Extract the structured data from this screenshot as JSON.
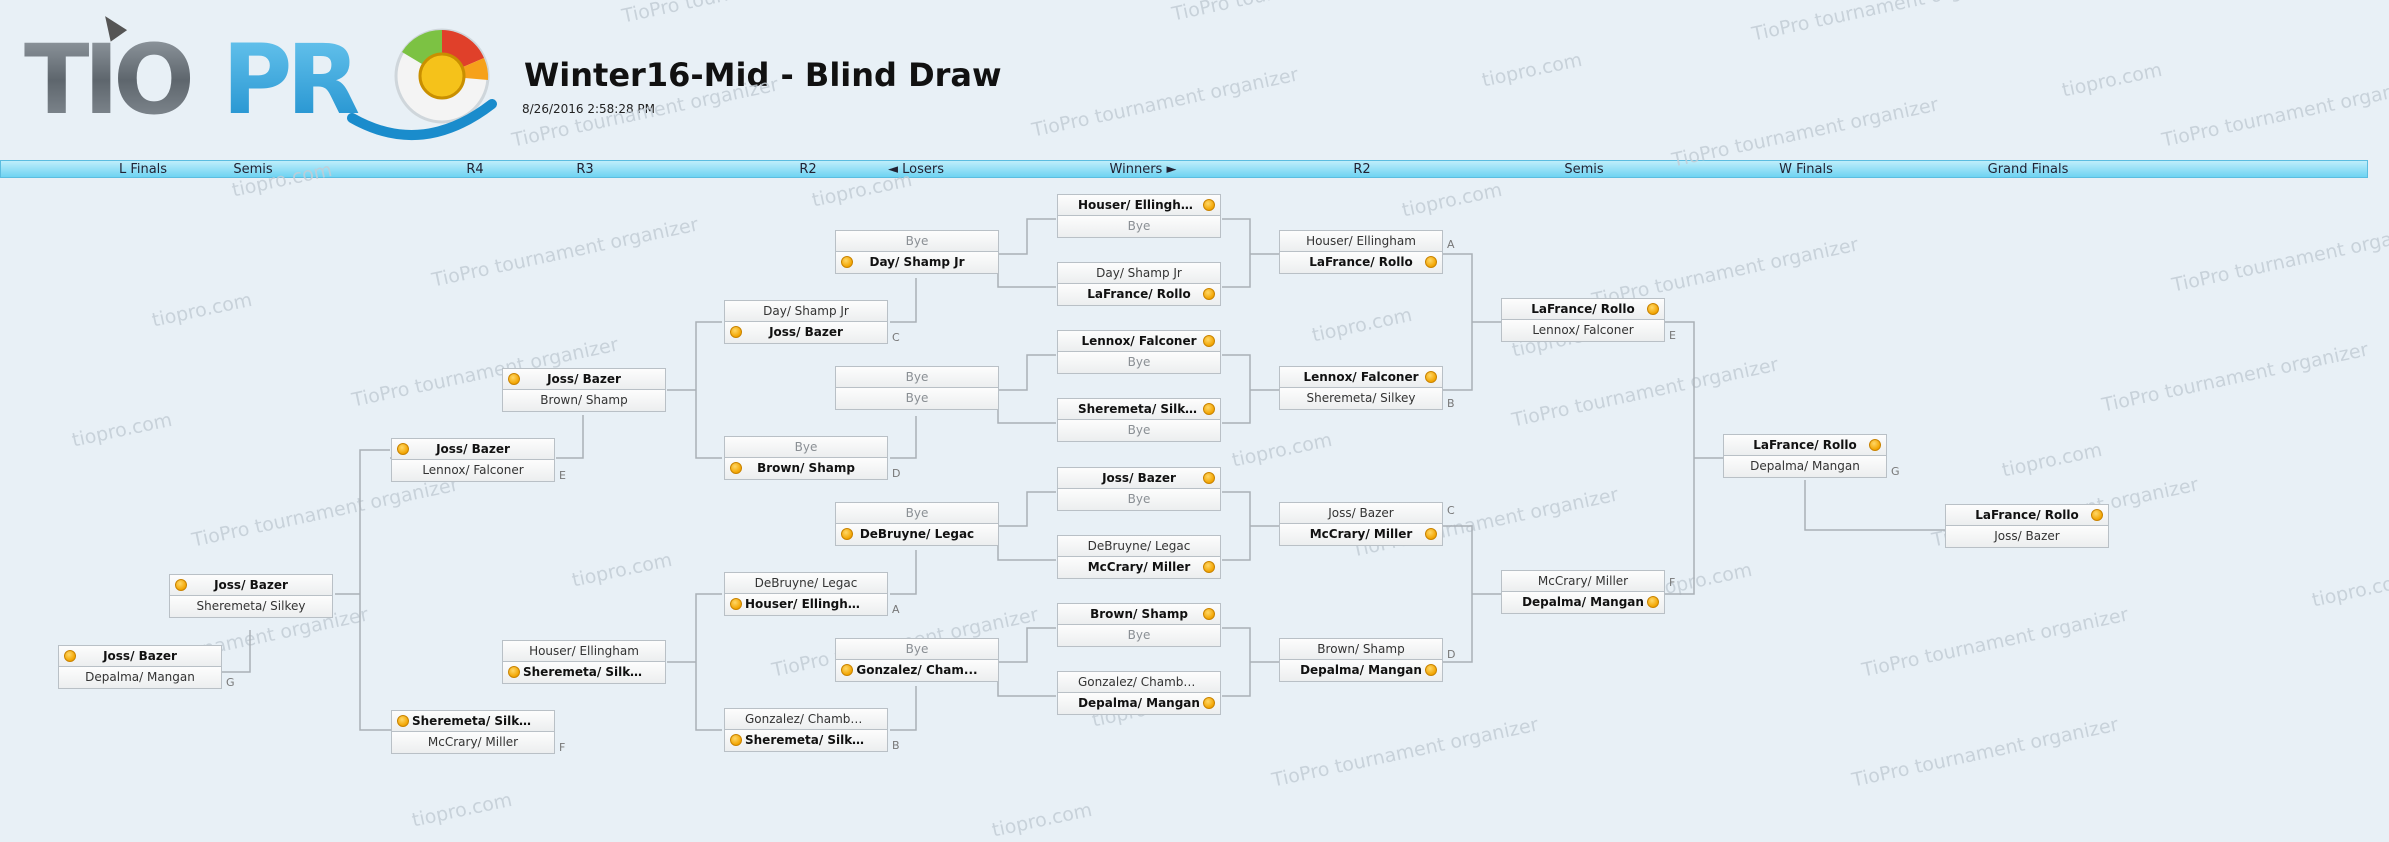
{
  "page": {
    "title": "Winter16-Mid - Blind Draw",
    "datetime": "8/26/2016 2:58:28 PM",
    "logo_text": "TIOPRO"
  },
  "header_bar": [
    {
      "label": "L Finals"
    },
    {
      "label": "Semis"
    },
    {
      "label": "R4"
    },
    {
      "label": "R3"
    },
    {
      "label": "R2"
    },
    {
      "label": "◄ Losers"
    },
    {
      "label": "Winners ►"
    },
    {
      "label": "R2"
    },
    {
      "label": "Semis"
    },
    {
      "label": "W Finals"
    },
    {
      "label": "Grand Finals"
    }
  ],
  "watermarks": {
    "long": "TioPro tournament organizer",
    "short": "tiopro.com"
  },
  "matches": [
    {
      "top": {
        "name": "Houser/ Ellingham",
        "win": true
      },
      "bottom": {
        "name": "Bye",
        "bye": true
      },
      "letter": ""
    },
    {
      "top": {
        "name": "Day/ Shamp Jr"
      },
      "bottom": {
        "name": "LaFrance/ Rollo",
        "win": true
      },
      "letter": ""
    },
    {
      "top": {
        "name": "Lennox/ Falconer",
        "win": true
      },
      "bottom": {
        "name": "Bye",
        "bye": true
      },
      "letter": ""
    },
    {
      "top": {
        "name": "Sheremeta/ Silkey",
        "win": true
      },
      "bottom": {
        "name": "Bye",
        "bye": true
      },
      "letter": ""
    },
    {
      "top": {
        "name": "Joss/ Bazer",
        "win": true
      },
      "bottom": {
        "name": "Bye",
        "bye": true
      },
      "letter": ""
    },
    {
      "top": {
        "name": "DeBruyne/ Legac"
      },
      "bottom": {
        "name": "McCrary/ Miller",
        "win": true
      },
      "letter": ""
    },
    {
      "top": {
        "name": "Brown/ Shamp",
        "win": true
      },
      "bottom": {
        "name": "Bye",
        "bye": true
      },
      "letter": ""
    },
    {
      "top": {
        "name": "Gonzalez/ Chambed..."
      },
      "bottom": {
        "name": "Depalma/ Mangan",
        "win": true
      },
      "letter": ""
    },
    {
      "top": {
        "name": "Houser/ Ellingham"
      },
      "bottom": {
        "name": "LaFrance/ Rollo",
        "win": true
      },
      "letter": "A"
    },
    {
      "top": {
        "name": "Lennox/ Falconer",
        "win": true
      },
      "bottom": {
        "name": "Sheremeta/ Silkey"
      },
      "letter": "B"
    },
    {
      "top": {
        "name": "Joss/ Bazer"
      },
      "bottom": {
        "name": "McCrary/ Miller",
        "win": true
      },
      "letter": "C"
    },
    {
      "top": {
        "name": "Brown/ Shamp"
      },
      "bottom": {
        "name": "Depalma/ Mangan",
        "win": true
      },
      "letter": "D"
    },
    {
      "top": {
        "name": "LaFrance/ Rollo",
        "win": true
      },
      "bottom": {
        "name": "Lennox/ Falconer"
      },
      "letter": "E"
    },
    {
      "top": {
        "name": "McCrary/ Miller"
      },
      "bottom": {
        "name": "Depalma/ Mangan",
        "win": true
      },
      "letter": "F"
    },
    {
      "top": {
        "name": "LaFrance/ Rollo",
        "win": true
      },
      "bottom": {
        "name": "Depalma/ Mangan"
      },
      "letter": "G"
    },
    {
      "top": {
        "name": "LaFrance/ Rollo",
        "win": true
      },
      "bottom": {
        "name": "Joss/ Bazer"
      },
      "letter": ""
    },
    {
      "top": {
        "name": "Bye",
        "bye": true
      },
      "bottom": {
        "name": "Day/ Shamp Jr",
        "win": true
      },
      "letter": ""
    },
    {
      "top": {
        "name": "Bye",
        "bye": true
      },
      "bottom": {
        "name": "Bye",
        "bye": true
      },
      "letter": ""
    },
    {
      "top": {
        "name": "Bye",
        "bye": true
      },
      "bottom": {
        "name": "DeBruyne/ Legac",
        "win": true
      },
      "letter": ""
    },
    {
      "top": {
        "name": "Bye",
        "bye": true
      },
      "bottom": {
        "name": "Gonzalez/ Cham...",
        "win": true
      },
      "letter": ""
    },
    {
      "top": {
        "name": "Day/ Shamp Jr"
      },
      "bottom": {
        "name": "Joss/ Bazer",
        "win": true
      },
      "letter": "C"
    },
    {
      "top": {
        "name": "Bye",
        "bye": true
      },
      "bottom": {
        "name": "Brown/ Shamp",
        "win": true
      },
      "letter": "D"
    },
    {
      "top": {
        "name": "DeBruyne/ Legac"
      },
      "bottom": {
        "name": "Houser/ Ellingham",
        "win": true
      },
      "letter": "A"
    },
    {
      "top": {
        "name": "Gonzalez/ Chamberl..."
      },
      "bottom": {
        "name": "Sheremeta/ Silkey",
        "win": true
      },
      "letter": "B"
    },
    {
      "top": {
        "name": "Joss/ Bazer",
        "win": true
      },
      "bottom": {
        "name": "Brown/ Shamp"
      },
      "letter": ""
    },
    {
      "top": {
        "name": "Houser/ Ellingham"
      },
      "bottom": {
        "name": "Sheremeta/ Silkey",
        "win": true
      },
      "letter": ""
    },
    {
      "top": {
        "name": "Joss/ Bazer",
        "win": true
      },
      "bottom": {
        "name": "Lennox/ Falconer"
      },
      "letter": "E"
    },
    {
      "top": {
        "name": "Sheremeta/ Silkey",
        "win": true
      },
      "bottom": {
        "name": "McCrary/ Miller"
      },
      "letter": "F"
    },
    {
      "top": {
        "name": "Joss/ Bazer",
        "win": true
      },
      "bottom": {
        "name": "Sheremeta/ Silkey"
      },
      "letter": ""
    },
    {
      "top": {
        "name": "Joss/ Bazer",
        "win": true
      },
      "bottom": {
        "name": "Depalma/ Mangan"
      },
      "letter": "G"
    }
  ]
}
